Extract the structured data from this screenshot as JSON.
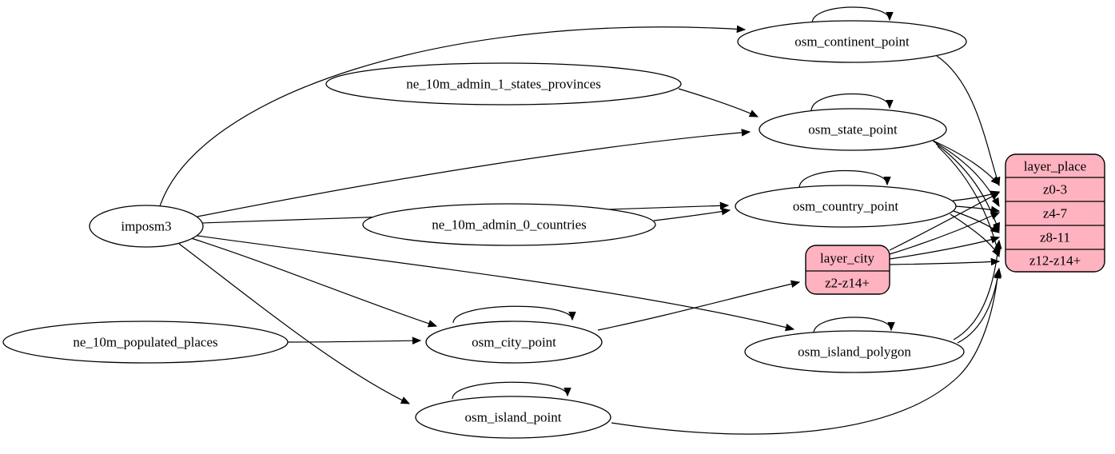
{
  "diagram_type": "etl-graph",
  "colors": {
    "background": "#ffffff",
    "table_fill": "#ffffff",
    "layer_fill": "#ffb3c1",
    "stroke": "#000000"
  },
  "nodes": {
    "imposm3": {
      "label": "imposm3"
    },
    "ne_states": {
      "label": "ne_10m_admin_1_states_provinces"
    },
    "ne_countries": {
      "label": "ne_10m_admin_0_countries"
    },
    "ne_places": {
      "label": "ne_10m_populated_places"
    },
    "continent": {
      "label": "osm_continent_point"
    },
    "state": {
      "label": "osm_state_point"
    },
    "country": {
      "label": "osm_country_point"
    },
    "city": {
      "label": "osm_city_point"
    },
    "island_polygon": {
      "label": "osm_island_polygon"
    },
    "island_point": {
      "label": "osm_island_point"
    }
  },
  "records": {
    "layer_place": {
      "title": "layer_place",
      "rows": [
        "z0-3",
        "z4-7",
        "z8-11",
        "z12-z14+"
      ]
    },
    "layer_city": {
      "title": "layer_city",
      "rows": [
        "z2-z14+"
      ]
    }
  },
  "edges": [
    {
      "from": "imposm3",
      "to": "osm_continent_point"
    },
    {
      "from": "imposm3",
      "to": "osm_state_point"
    },
    {
      "from": "imposm3",
      "to": "osm_country_point"
    },
    {
      "from": "imposm3",
      "to": "osm_city_point"
    },
    {
      "from": "imposm3",
      "to": "osm_island_polygon"
    },
    {
      "from": "imposm3",
      "to": "osm_island_point"
    },
    {
      "from": "ne_10m_admin_1_states_provinces",
      "to": "osm_state_point"
    },
    {
      "from": "ne_10m_admin_0_countries",
      "to": "osm_country_point"
    },
    {
      "from": "ne_10m_populated_places",
      "to": "osm_city_point"
    },
    {
      "from": "osm_continent_point",
      "to": "osm_continent_point"
    },
    {
      "from": "osm_state_point",
      "to": "osm_state_point"
    },
    {
      "from": "osm_country_point",
      "to": "osm_country_point"
    },
    {
      "from": "osm_city_point",
      "to": "osm_city_point"
    },
    {
      "from": "osm_island_polygon",
      "to": "osm_island_polygon"
    },
    {
      "from": "osm_island_point",
      "to": "osm_island_point"
    },
    {
      "from": "osm_continent_point",
      "to": "layer_place:z0-3"
    },
    {
      "from": "osm_state_point",
      "to": "layer_place:z0-3"
    },
    {
      "from": "osm_state_point",
      "to": "layer_place:z4-7"
    },
    {
      "from": "osm_state_point",
      "to": "layer_place:z8-11"
    },
    {
      "from": "osm_state_point",
      "to": "layer_place:z12-z14+"
    },
    {
      "from": "osm_country_point",
      "to": "layer_place:z0-3"
    },
    {
      "from": "osm_country_point",
      "to": "layer_place:z4-7"
    },
    {
      "from": "osm_country_point",
      "to": "layer_place:z8-11"
    },
    {
      "from": "osm_country_point",
      "to": "layer_place:z12-z14+"
    },
    {
      "from": "osm_city_point",
      "to": "layer_city:z2-z14+"
    },
    {
      "from": "osm_city_point",
      "to": "layer_place:z0-3"
    },
    {
      "from": "osm_city_point",
      "to": "layer_place:z4-7"
    },
    {
      "from": "osm_city_point",
      "to": "layer_place:z8-11"
    },
    {
      "from": "osm_city_point",
      "to": "layer_place:z12-z14+"
    },
    {
      "from": "osm_island_polygon",
      "to": "layer_place:z8-11"
    },
    {
      "from": "osm_island_polygon",
      "to": "layer_place:z12-z14+"
    },
    {
      "from": "osm_island_point",
      "to": "layer_place:z12-z14+"
    }
  ]
}
